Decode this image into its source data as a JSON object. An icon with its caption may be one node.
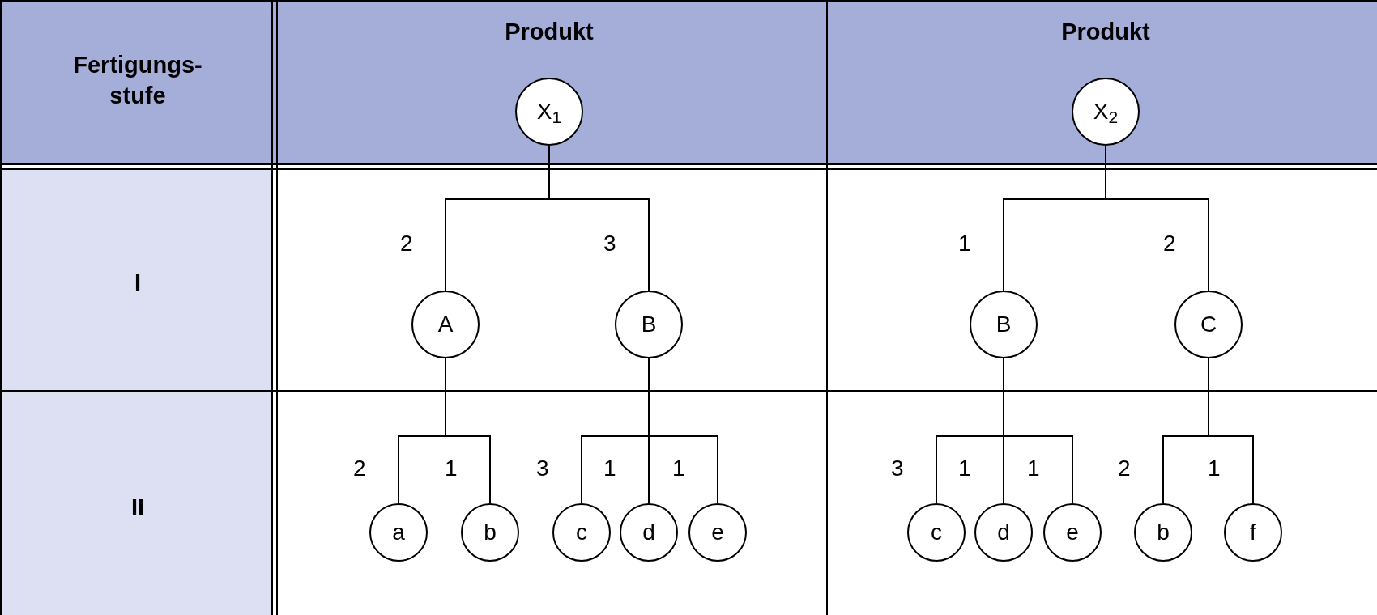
{
  "diagram": {
    "nodes": [
      {
        "text": [
          "X$_{1}$"
        ]
      },
      {
        "text": [
          "A"
        ]
      },
      {
        "text": [
          "B"
        ]
      },
      {
        "text": [
          "a"
        ]
      },
      {
        "text": [
          "b"
        ]
      },
      {
        "text": [
          "c"
        ]
      },
      {
        "text": [
          "d"
        ]
      },
      {
        "text": [
          "e"
        ]
      },
      {
        "text": [
          "X$_{2}$"
        ]
      },
      {
        "text": [
          "B"
        ]
      },
      {
        "text": [
          "C"
        ]
      },
      {
        "text": [
          "c"
        ]
      },
      {
        "text": [
          "d"
        ]
      },
      {
        "text": [
          "e"
        ]
      },
      {
        "text": [
          "b"
        ]
      },
      {
        "text": [
          "f"
        ]
      }
    ],
    "edges": [
      {
        "from": 0,
        "to": 1,
        "arrow": "none",
        "label": "2"
      },
      {
        "from": 0,
        "to": 2,
        "arrow": "none",
        "label": "3"
      },
      {
        "from": 1,
        "to": 3,
        "arrow": "none",
        "label": "2"
      },
      {
        "from": 1,
        "to": 4,
        "arrow": "none",
        "label": "1"
      },
      {
        "from": 2,
        "to": 5,
        "arrow": "none",
        "label": "3"
      },
      {
        "from": 2,
        "to": 6,
        "arrow": "none",
        "label": "1"
      },
      {
        "from": 2,
        "to": 7,
        "arrow": "none",
        "label": "1"
      },
      {
        "from": 8,
        "to": 9,
        "arrow": "none",
        "label": "1"
      },
      {
        "from": 8,
        "to": 10,
        "arrow": "none",
        "label": "2"
      },
      {
        "from": 9,
        "to": 11,
        "arrow": "none",
        "label": "3"
      },
      {
        "from": 9,
        "to": 12,
        "arrow": "none",
        "label": "1"
      },
      {
        "from": 9,
        "to": 13,
        "arrow": "none",
        "label": "1"
      },
      {
        "from": 10,
        "to": 14,
        "arrow": "none",
        "label": "2"
      },
      {
        "from": 10,
        "to": 15,
        "arrow": "none",
        "label": "1"
      }
    ],
    "labels": [
      "Fertigungs- stufe",
      "Produkt",
      "Produkt",
      "I",
      "II"
    ]
  }
}
